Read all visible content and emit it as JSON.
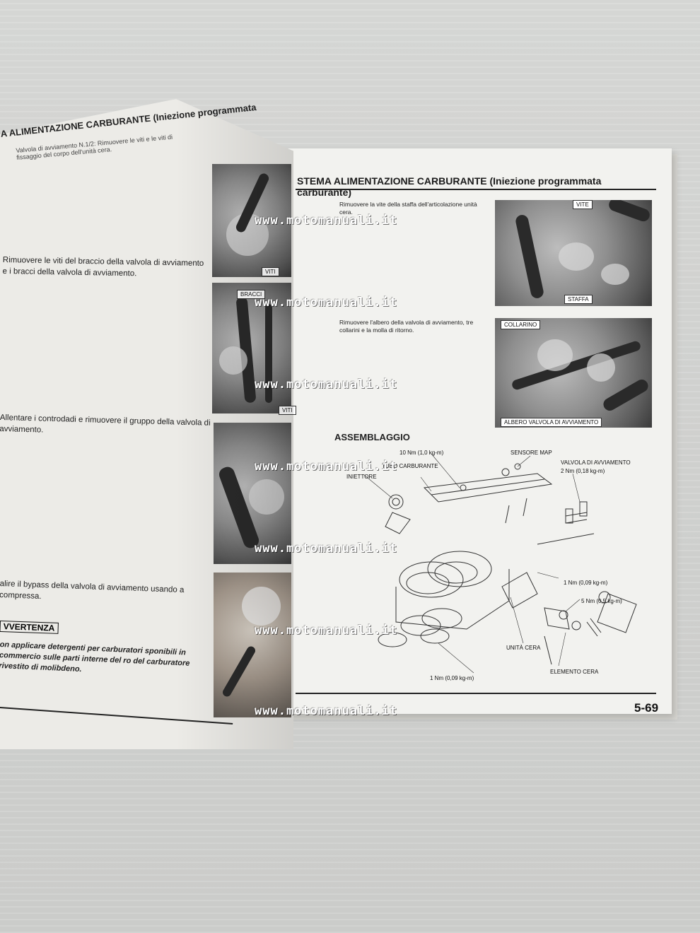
{
  "watermark": "www.motomanuali.it",
  "right_page": {
    "header": "STEMA ALIMENTAZIONE CARBURANTE (Iniezione programmata carburante)",
    "step1": "Rimuovere la vite della staffa dell'articolazione unità cera.",
    "step2": "Rimuovere l'albero della valvola di avviamento, tre collarini e la molla di ritorno.",
    "photo1_label_a": "VITE",
    "photo1_label_b": "STAFFA",
    "photo2_label_a": "COLLARINO",
    "photo2_label_b": "ALBERO VALVOLA DI AVVIAMENTO",
    "section_title": "ASSEMBLAGGIO",
    "diagram_labels": {
      "torque_10nm": "10 Nm (1,0 kg-m)",
      "fuel_pipe": "TUBO CARBURANTE",
      "injector": "INIETTORE",
      "map_sensor": "SENSORE MAP",
      "starter_valve": "VALVOLA DI AVVIAMENTO",
      "torque_2nm": "2 Nm (0,18 kg-m)",
      "torque_1nm_a": "1 Nm (0,09 kg-m)",
      "torque_5nm": "5 Nm (0,5 kg-m)",
      "wax_unit": "UNITÀ CERA",
      "wax_element": "ELEMENTO CERA",
      "torque_1nm_b": "1 Nm (0,09 kg-m)"
    },
    "page_number": "5-69"
  },
  "left_page": {
    "header": "A ALIMENTAZIONE CARBURANTE (Iniezione programmata",
    "step0": "Valvola di avviamento N.1/2: Rimuovere le viti e le viti di fissaggio del corpo dell'unità cera.",
    "step1": "Rimuovere le viti del braccio della valvola di avviamento e i bracci della valvola di avviamento.",
    "step2": "Allentare i controdadi e rimuovere il gruppo della valvola di avviamento.",
    "step3": "alire il bypass della valvola di avviamento usando a compressa.",
    "warning_title": "VVERTENZA",
    "warning_text": "on applicare detergenti per carburatori sponibili in commercio sulle parti interne del ro del carburatore rivestito di molibdeno.",
    "photo1_label": "VITI",
    "photo2_label_a": "BRACCI",
    "photo2_label_b": "VITI"
  }
}
